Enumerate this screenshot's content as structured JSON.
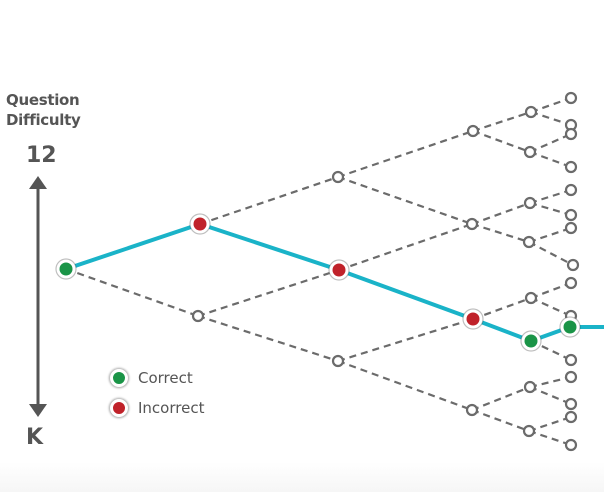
{
  "axis": {
    "title_line1": "Question",
    "title_line2": "Difficulty",
    "top_label": "12",
    "bottom_label": "K"
  },
  "legend": [
    {
      "label": "Correct",
      "color": "#1a9447"
    },
    {
      "label": "Incorrect",
      "color": "#c0222a"
    }
  ],
  "colors": {
    "path": "#1ab3c8",
    "branch": "#6b6b6b",
    "axis": "#555555"
  },
  "tree": {
    "levels": 6,
    "path": [
      "correct",
      "incorrect",
      "incorrect",
      "incorrect",
      "correct",
      "correct"
    ]
  }
}
